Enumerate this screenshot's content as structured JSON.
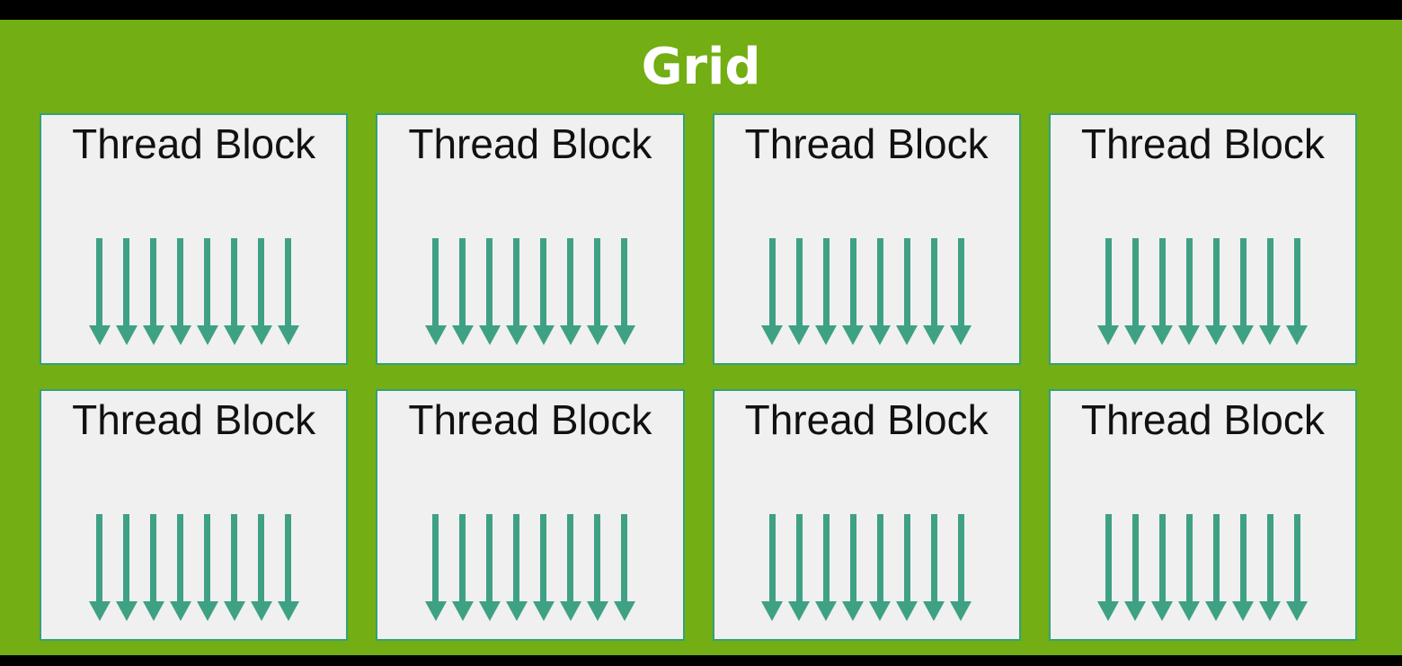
{
  "diagram": {
    "title": "Grid",
    "blocks": {
      "label": "Thread Block",
      "rows": 2,
      "columns": 4,
      "count": 8,
      "arrows_per_block": 8
    },
    "colors": {
      "frame": "#000000",
      "background": "#72AE14",
      "block_fill": "#F0F0F0",
      "block_border": "#35A079",
      "arrow": "#3FA184",
      "title_text": "#FFFFFF",
      "block_text": "#111111"
    }
  }
}
